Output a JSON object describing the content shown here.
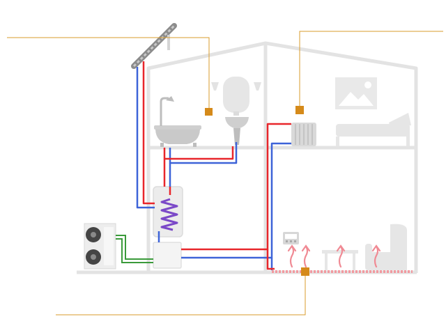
{
  "diagram": {
    "colors": {
      "house_outline": "#e3e3e3",
      "fixtures": "#d9d9d9",
      "fixtures_dark": "#bdbdbd",
      "hot_pipe": "#e8262b",
      "cold_pipe": "#3d63d8",
      "refrigerant_pipe": "#3a9a3a",
      "callout_line": "#d99b2b",
      "callout_marker": "#d58a1a",
      "floor_heating": "#f29aa0",
      "warm_air": "#f08a94"
    },
    "icons": [
      "solar-panel-icon",
      "bathtub-icon",
      "shower-icon",
      "washbasin-icon",
      "electric-boiler-icon",
      "wall-lamp-icon",
      "radiator-icon",
      "picture-frame-icon",
      "bed-icon",
      "hot-water-tank-icon",
      "heat-pump-outdoor-unit-icon",
      "indoor-unit-icon",
      "thermostat-icon",
      "table-icon",
      "armchair-icon",
      "floor-heating-icon"
    ],
    "callouts": [
      "bathroom-callout",
      "radiator-callout",
      "floor-heating-callout"
    ]
  }
}
